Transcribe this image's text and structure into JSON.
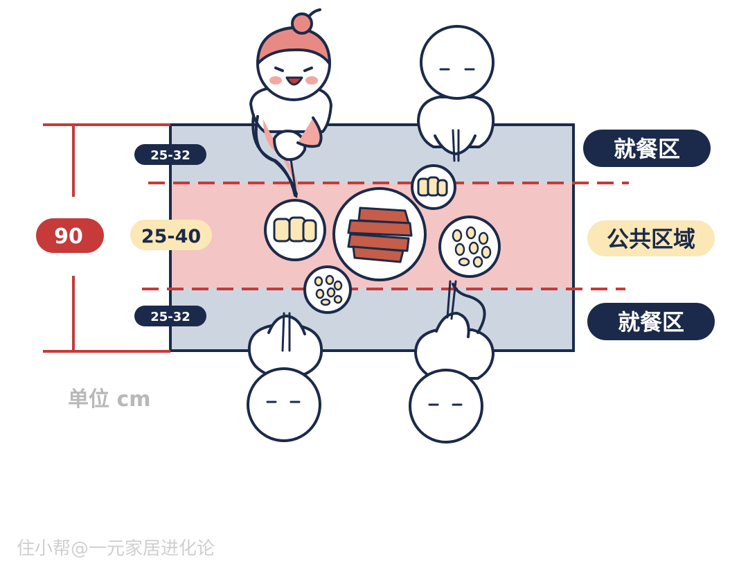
{
  "dimensions": {
    "total_depth": "90",
    "public_zone_width": "25-40",
    "top_dining_width": "25-32",
    "bottom_dining_width": "25-32",
    "unit": "单位 cm"
  },
  "zones": {
    "top_dining": "就餐区",
    "public": "公共区域",
    "bottom_dining": "就餐区"
  },
  "watermark": "住小帮@一元家居进化论",
  "colors": {
    "navy": "#1b2a4a",
    "red": "#c63a3a",
    "table_blue": "#cdd6e0",
    "public_pink": "#f3c5c5",
    "cream": "#fbe8b6",
    "meat": "#c55d48",
    "skin": "#f2a7a0",
    "hair": "#e88a84",
    "unit_gray": "#b8b8b8"
  },
  "icons": [
    "girl-diner-icon",
    "diner-icon",
    "plate-icon",
    "meat-platter-icon",
    "chopsticks-icon"
  ]
}
